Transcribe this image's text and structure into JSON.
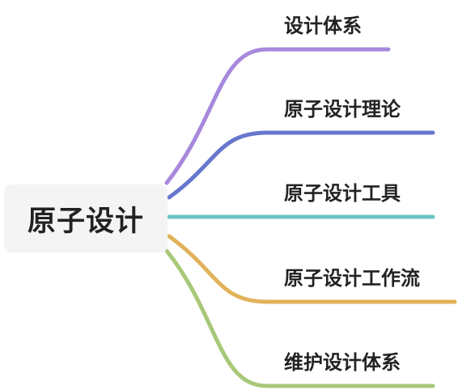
{
  "mindmap": {
    "root": {
      "label": "原子设计"
    },
    "branches": [
      {
        "label": "设计体系",
        "color": "#a888dd"
      },
      {
        "label": "原子设计理论",
        "color": "#6677cc"
      },
      {
        "label": "原子设计工具",
        "color": "#6cc4c4"
      },
      {
        "label": "原子设计工作流",
        "color": "#e0b25a"
      },
      {
        "label": "维护设计体系",
        "color": "#a8c878"
      }
    ]
  }
}
